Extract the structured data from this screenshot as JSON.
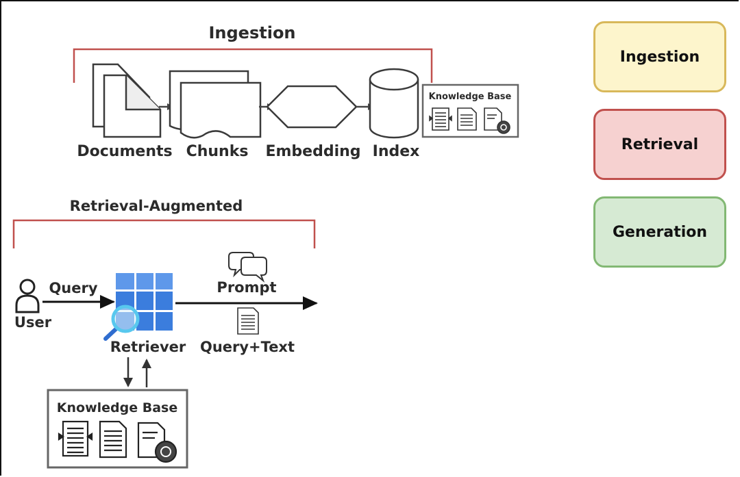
{
  "ingestion": {
    "title": "Ingestion",
    "stages": {
      "documents": "Documents",
      "chunks": "Chunks",
      "embedding": "Embedding",
      "index": "Index"
    },
    "knowledge_base": "Knowledge Base"
  },
  "retrieval_augmented": {
    "title": "Retrieval-Augmented",
    "user": "User",
    "query": "Query",
    "retriever": "Retriever",
    "prompt": "Prompt",
    "query_text": "Query+Text",
    "knowledge_base": "Knowledge Base"
  },
  "legend": {
    "ingestion": "Ingestion",
    "retrieval": "Retrieval",
    "generation": "Generation"
  },
  "colors": {
    "bracket": "#c0504d",
    "retriever_blue": "#3b7ddd",
    "magnifier": "#58c8ee",
    "ingestion_fill": "#fdf5cc",
    "retrieval_fill": "#f6d1d0",
    "generation_fill": "#d6ead3"
  }
}
